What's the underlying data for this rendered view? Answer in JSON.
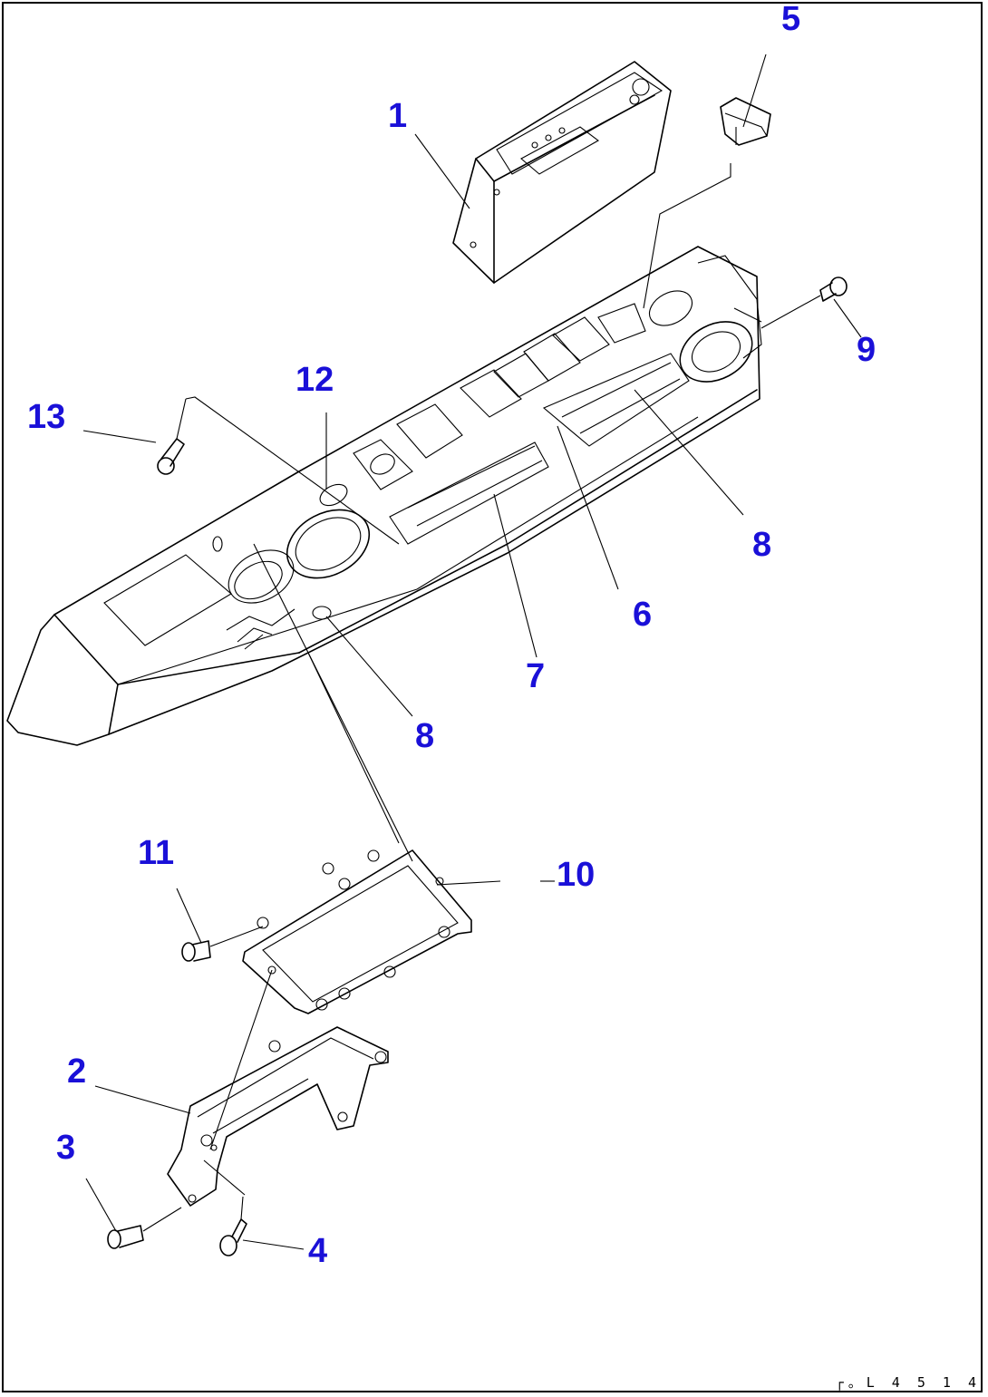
{
  "drawing_code": "┌。L 4 5 1 4",
  "callouts": [
    {
      "id": "c1",
      "text": "1"
    },
    {
      "id": "c2",
      "text": "2"
    },
    {
      "id": "c3",
      "text": "3"
    },
    {
      "id": "c4",
      "text": "4"
    },
    {
      "id": "c5",
      "text": "5"
    },
    {
      "id": "c6",
      "text": "6"
    },
    {
      "id": "c7",
      "text": "7"
    },
    {
      "id": "c8a",
      "text": "8"
    },
    {
      "id": "c8b",
      "text": "8"
    },
    {
      "id": "c9",
      "text": "9"
    },
    {
      "id": "c10",
      "text": "10"
    },
    {
      "id": "c11",
      "text": "11"
    },
    {
      "id": "c12",
      "text": "12"
    },
    {
      "id": "c13",
      "text": "13"
    }
  ],
  "colors": {
    "callout": "#1a10d8",
    "line": "#000000"
  }
}
